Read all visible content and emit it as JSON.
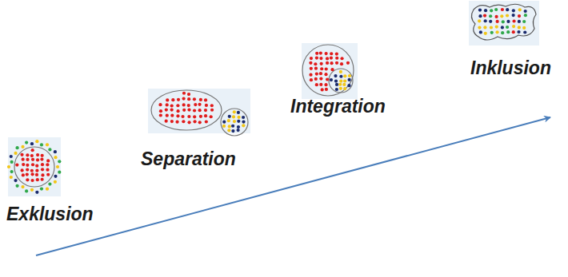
{
  "diagram": {
    "nodes": [
      {
        "text": [
          "Exklusion"
        ]
      },
      {
        "text": [
          "Separation"
        ]
      },
      {
        "text": [
          "Integration"
        ]
      },
      {
        "text": [
          "Inklusion"
        ]
      }
    ]
  }
}
